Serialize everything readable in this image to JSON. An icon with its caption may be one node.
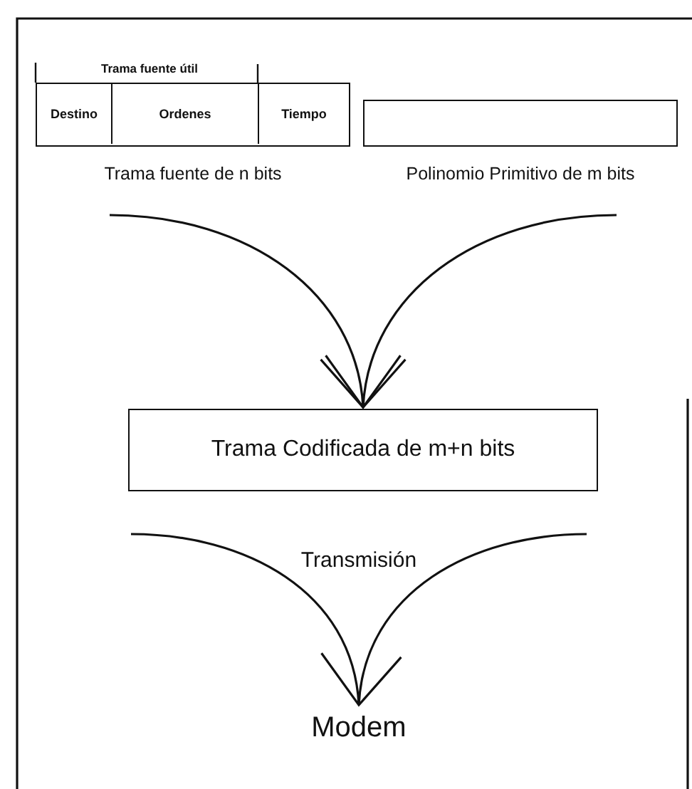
{
  "diagram": {
    "nodes": [
      {
        "text": [],
        "shape": "box",
        "beside": [
          "Trama fuente de n bits"
        ]
      },
      {
        "text": [
          "Destino"
        ],
        "in": 0
      },
      {
        "text": [
          "Ordenes"
        ],
        "in": 0
      },
      {
        "text": [
          "Tiempo"
        ],
        "in": 0
      },
      {
        "text": [],
        "shape": "box",
        "beside": [
          "Polinomio Primitivo de m bits"
        ]
      },
      {
        "text": [
          "Trama Codificada de m+n bits"
        ]
      },
      {
        "text": [
          "Modem"
        ]
      }
    ],
    "edges": [
      {
        "from": 0,
        "to": 5,
        "arrow": "to"
      },
      {
        "from": 4,
        "to": 5,
        "arrow": "to"
      },
      {
        "from": 5,
        "to": 6,
        "arrow": "to",
        "label": "Transmisión"
      }
    ],
    "labels": [
      "Trama fuente útil"
    ]
  }
}
